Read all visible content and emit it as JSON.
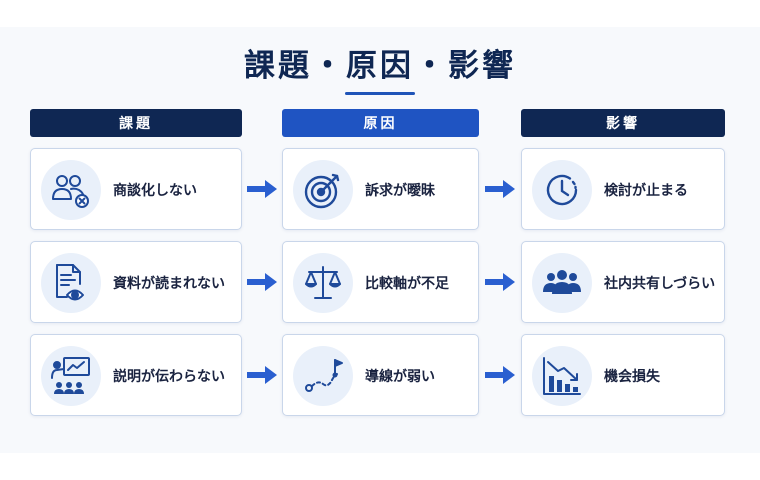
{
  "title": "課題・原因・影響",
  "columns": {
    "problem": {
      "header": "課題",
      "items": [
        "商談化しない",
        "資料が読まれない",
        "説明が伝わらない"
      ],
      "icons": [
        "users-x-icon",
        "document-eye-icon",
        "presentation-icon"
      ]
    },
    "cause": {
      "header": "原因",
      "items": [
        "訴求が曖昧",
        "比較軸が不足",
        "導線が弱い"
      ],
      "icons": [
        "target-icon",
        "scale-icon",
        "path-flag-icon"
      ]
    },
    "impact": {
      "header": "影響",
      "items": [
        "検討が止まる",
        "社内共有しづらい",
        "機会損失"
      ],
      "icons": [
        "clock-icon",
        "group-icon",
        "chart-down-icon"
      ]
    }
  },
  "colors": {
    "navy": "#0f2753",
    "blue": "#1f54c2",
    "icon": "#1f4a9a",
    "arrow": "#2a5fd0"
  }
}
